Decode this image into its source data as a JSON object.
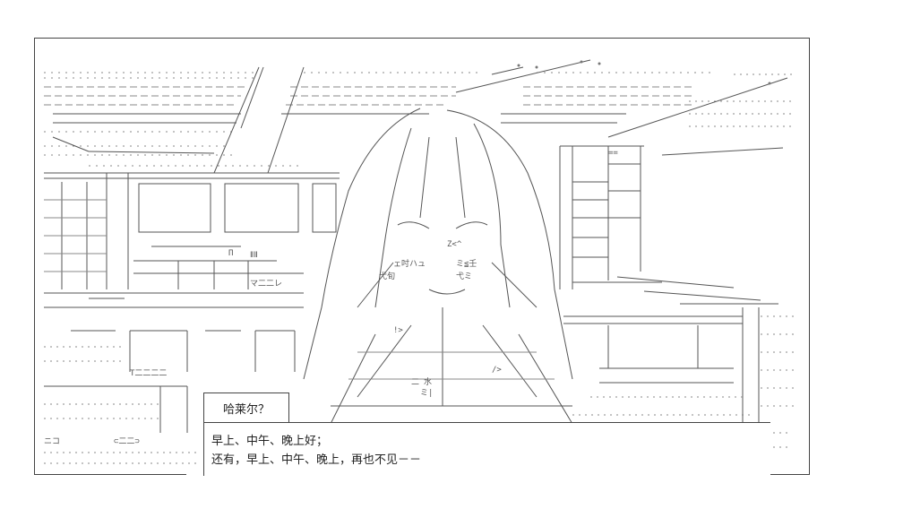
{
  "dialogue": {
    "speaker": "哈莱尔？",
    "lines": [
      "早上、中午、晚上好；",
      "还有，早上、中午、晚上，再也不见－－"
    ]
  },
  "art": {
    "glyphs": {
      "g1": "Π",
      "g2": "ⅡⅡ",
      "g3": "マ二二レ",
      "g4": "弋旬",
      "g5": "弋ミ",
      "g6": "ミ≦壬",
      "g7": "水",
      "g8": "二",
      "g9": "⊂二二⊃",
      "g10": "T二二二二",
      "g11": "ニコ",
      "g12": "Z<^",
      "g13": "ェ吋ハュ",
      "g14": "!>",
      "g15": "/>",
      "g16": "ミ|",
      "g17": "=="
    }
  }
}
